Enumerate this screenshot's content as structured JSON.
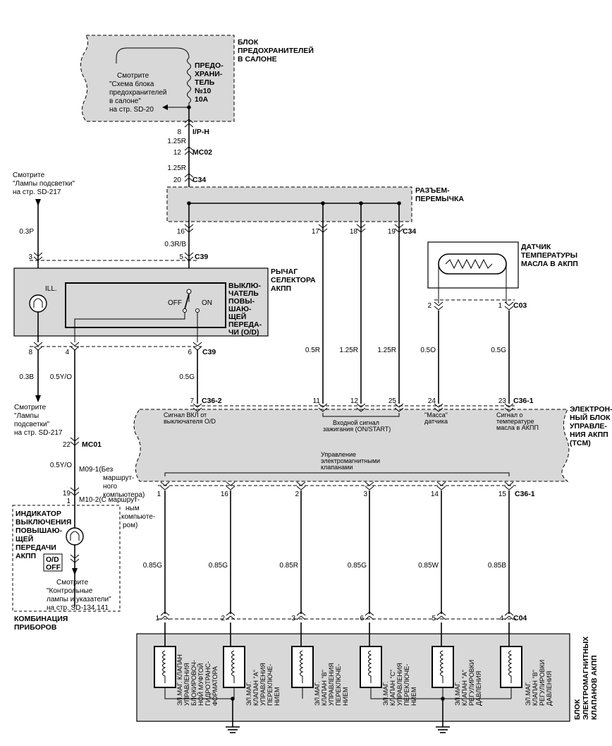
{
  "fuse_box": {
    "title": [
      "БЛОК",
      "ПРЕДОХРАНИТЕЛЕЙ",
      "В САЛОНЕ"
    ],
    "fuse_label": [
      "ПРЕДО-",
      "ХРАНИ-",
      "ТЕЛЬ",
      "№10",
      "10A"
    ],
    "see_note": [
      "Смотрите",
      "\"Схема блока",
      "предохранителей",
      "в салоне\"",
      "на стр. SD-20"
    ]
  },
  "top_wiring": {
    "pin_iph": "8",
    "conn_iph": "I/P-H",
    "wire1": "1.25R",
    "pin_mc02": "12",
    "conn_mc02": "MC02",
    "wire2": "1.25R",
    "pin_c34": "20",
    "conn_c34": "C34"
  },
  "jumper": {
    "title": [
      "РАЗЪЕМ-",
      "ПЕРЕМЫЧКА"
    ],
    "pins": [
      "16",
      "17",
      "18",
      "19"
    ],
    "conn": "C34"
  },
  "backlight_note_top": [
    "Смотрите",
    "\"Лампы подсветки\"",
    "на стр. SD-217"
  ],
  "backlight_note_bottom": [
    "Смотрите",
    "\"Лампы",
    "подсветки\"",
    "на стр. SD-217"
  ],
  "selector": {
    "title": [
      "РЫЧАГ",
      "СЕЛЕКТОРА",
      "АКПП"
    ],
    "switch_label": [
      "ВЫКЛЮ-",
      "ЧАТЕЛЬ",
      "ПОВЫ-",
      "ШАЮ-",
      "ЩЕЙ",
      "ПЕРЕДА-",
      "ЧИ (O/D)"
    ],
    "ill": "ILL.",
    "off": "OFF",
    "on": "ON",
    "pin_top_left": "3",
    "pin_top_right": "5",
    "conn_top": "C39",
    "pin_bot_1": "8",
    "pin_bot_2": "4",
    "pin_bot_3": "6",
    "conn_bot": "C39"
  },
  "wires": {
    "w03p": "0.3P",
    "w03rb": "0.3R/B",
    "w03b": "0.3B",
    "w05yo": "0.5Y/O",
    "w05g_left": "0.5G",
    "w05yo2": "0.5Y/O",
    "tcm_in": [
      "0.5R",
      "1.25R",
      "1.25R",
      "0.5O",
      "0.5G"
    ]
  },
  "sensor": {
    "title": [
      "ДАТЧИК",
      "ТЕМПЕРАТУРЫ",
      "МАСЛА В АКПП"
    ],
    "pin_left": "2",
    "pin_right": "1",
    "conn": "C03"
  },
  "tcm": {
    "title": [
      "ЭЛЕКТРОН-",
      "НЫЙ БЛОК",
      "УПРАВЛЕ-",
      "НИЯ АКПП",
      "(TCM)"
    ],
    "top_pins": [
      "7",
      "11",
      "12",
      "25",
      "24",
      "23"
    ],
    "conn_top_left": "C36-2",
    "conn_top_right": "C36-1",
    "lbl_od": [
      "Сигнал ВКЛ от",
      "выключателя O/D"
    ],
    "lbl_ign": [
      "Входной сигнал",
      "зажигания (ON/START)"
    ],
    "lbl_mass": [
      "\"Масса\"",
      "датчика"
    ],
    "lbl_temp": [
      "Сигнал о",
      "температуре",
      "масла в АКПП"
    ],
    "lbl_solenoid": [
      "Управление",
      "электромагнитными",
      "клапанами"
    ],
    "bottom_pins": [
      "1",
      "16",
      "2",
      "3",
      "14",
      "15"
    ],
    "conn_bottom": "C36-1"
  },
  "left_chain": {
    "pin22": "22",
    "conn_mc01": "MC01",
    "m09": [
      "M09-1(Без",
      "маршрут-",
      "ного",
      "компьютера)"
    ],
    "pin19": "19",
    "pin1": "1",
    "m10": [
      "M10-2(С маршрут-",
      "ным",
      "компьюте-",
      "ром)"
    ]
  },
  "cluster": {
    "indicator_title": [
      "ИНДИКАТОР",
      "ВЫКЛЮЧЕНИЯ",
      "ПОВЫШАЮ-",
      "ЩЕЙ",
      "ПЕРЕДАЧИ",
      "АКПП"
    ],
    "od_off": [
      "O/D",
      "OFF"
    ],
    "see_note": [
      "Смотрите",
      "\"Контрольные",
      "лампы и указатели\"",
      "на стр. SD-134,141"
    ],
    "title": [
      "КОМБИНАЦИЯ",
      "ПРИБОРОВ"
    ]
  },
  "solenoid_wires": [
    "0.85G",
    "0.85G",
    "0.85R",
    "0.85G",
    "0.85W",
    "0.85B"
  ],
  "solenoid_block": {
    "pins": [
      "1",
      "2",
      "3",
      "6",
      "5",
      "4"
    ],
    "conn": "C04",
    "title": [
      "БЛОК",
      "ЭЛЕКТРОМАГНИТНЫХ",
      "КЛАПАНОВ АКПП"
    ],
    "valves": [
      [
        "ЭЛ.МАГ. КЛАПАН",
        "УПРАВЛЕНИЯ",
        "БЛОКИРОВОЧ-",
        "НОЙ МУФТОЙ",
        "ГИДРОТРАНС-",
        "ФОРМАТОРА"
      ],
      [
        "ЭЛ.МАГ.",
        "КЛАПАН \"A\"",
        "УПРАВЛЕНИЯ",
        "ПЕРЕКЛЮЧЕ-",
        "НИЕМ"
      ],
      [
        "ЭЛ.МАГ.",
        "КЛАПАН \"B\"",
        "УПРАВЛЕНИЯ",
        "ПЕРЕКЛЮЧЕ-",
        "НИЕМ"
      ],
      [
        "ЭЛ.МАГ.",
        "КЛАПАН \"C\"",
        "УПРАВЛЕНИЯ",
        "ПЕРЕКЛЮЧЕ-",
        "НИЕМ"
      ],
      [
        "ЭЛ.МАГ.",
        "КЛАПАН \"A\"",
        "РЕГУЛИРОВКИ",
        "ДАВЛЕНИЯ"
      ],
      [
        "ЭЛ.МАГ.",
        "КЛАПАН \"B\"",
        "РЕГУЛИРОВКИ",
        "ДАВЛЕНИЯ"
      ]
    ]
  }
}
